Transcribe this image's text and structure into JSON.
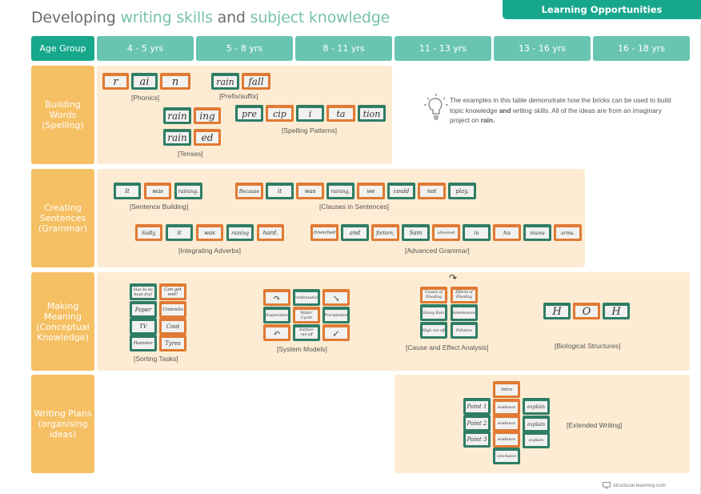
{
  "title": {
    "part1": "Developing ",
    "part2": "writing skills",
    "part3": " and ",
    "part4": "subject knowledge"
  },
  "learning_opportunities_label": "Learning Opportunities",
  "header": {
    "age_group": "Age Group",
    "ages": [
      "4 - 5 yrs",
      "5 - 8 yrs",
      "8 - 11 yrs",
      "11 - 13 yrs",
      "13 - 16 yrs",
      "16 - 18 yrs"
    ]
  },
  "rows": [
    {
      "label": "Building Words (Spelling)"
    },
    {
      "label": "Creating Sentences (Grammar)"
    },
    {
      "label": "Making Meaning (Conceptual Knowledge)"
    },
    {
      "label": "Writing Plans (organising ideas)"
    }
  ],
  "info_text": {
    "pre": "The examples in this table demonstrate how the bricks can be used to build topic knowledge ",
    "bold1": "and",
    "mid": " writing skills. All of the ideas are from an imaginary project on ",
    "bold2": "rain."
  },
  "building_words": {
    "phonics": {
      "caption": "[Phonics]",
      "bricks": [
        "r",
        "ai",
        "n"
      ]
    },
    "prefix_suffix": {
      "caption": "[Prefix/suffix]",
      "bricks": [
        "rain",
        "fall"
      ]
    },
    "tenses": {
      "caption": "[Tenses]",
      "bricks": [
        "rain",
        "ing",
        "rain",
        "ed"
      ]
    },
    "spelling_patterns": {
      "caption": "[Spelling Patterns]",
      "bricks": [
        "pre",
        "cip",
        "i",
        "ta",
        "tion"
      ]
    }
  },
  "creating_sentences": {
    "sentence_building": {
      "caption": "[Sentence Building]",
      "bricks": [
        "It",
        "was",
        "raining."
      ]
    },
    "clauses": {
      "caption": "[Clauses in Sentences]",
      "bricks": [
        "Because",
        "it",
        "was",
        "raining,",
        "we",
        "could",
        "not",
        "play."
      ]
    },
    "adverbs": {
      "caption": "[Integrating Adverbs]",
      "bricks": [
        "Sadly,",
        "it",
        "was",
        "raining",
        "hard."
      ]
    },
    "advanced": {
      "caption": "[Advanced Grammar]",
      "bricks": [
        "Drenched",
        "and",
        "forlorn,",
        "Sam",
        "shivered",
        "in",
        "his",
        "mums",
        "arms."
      ]
    }
  },
  "making_meaning": {
    "sorting": {
      "caption": "[Sorting Tasks]",
      "bricks": [
        "Has to be kept dry!",
        "Can get wet!",
        "Paper",
        "Umbrella",
        "TV",
        "Coat",
        "Hamster",
        "Tyres"
      ]
    },
    "system_models": {
      "caption": "[System Models]",
      "bricks": [
        "↷",
        "condensation",
        "↘",
        "Evaporation",
        "Water Cycle",
        "Precipitation",
        "↶",
        "Surface run-off",
        "↙"
      ]
    },
    "cause_effect": {
      "caption": "[Cause and Effect Analysis]",
      "arrow": "↷",
      "bricks": [
        "Causes of Flooding",
        "Effects of Flooding",
        "Heavy Rain",
        "Homelessness",
        "High run-off",
        "Pollution"
      ]
    },
    "biological": {
      "caption": "[Biological Structures]",
      "bricks": [
        "H",
        "O",
        "H"
      ]
    }
  },
  "writing_plans": {
    "extended": {
      "caption": "[Extended Writing]",
      "bricks": [
        "Intro",
        "Point 1",
        "evidence",
        "explain",
        "Point 2",
        "evidence",
        "explain",
        "Point 3",
        "evidence",
        "explain",
        "conclusion"
      ]
    }
  },
  "footer": {
    "site": "structural-learning.com"
  },
  "colors": {
    "teal_dark": "#17a88c",
    "teal_light": "#69c5b1",
    "orange_label": "#f5bf63",
    "panel_bg": "#fdecd3",
    "brick_teal": "#2f7d66",
    "brick_orange": "#e07a34"
  }
}
